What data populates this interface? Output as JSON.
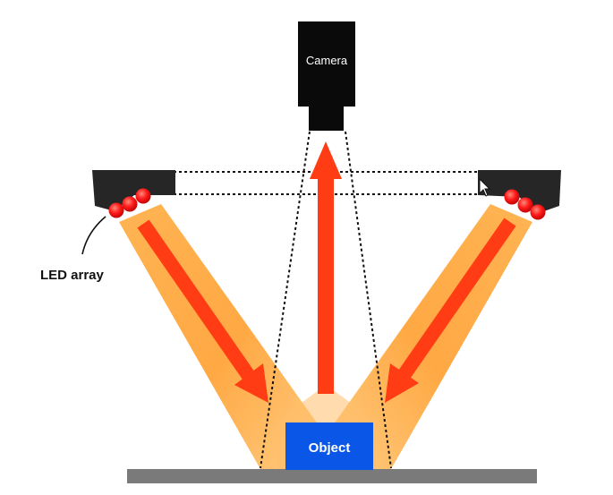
{
  "diagram": {
    "camera_label": "Camera",
    "object_label": "Object",
    "led_label": "LED array",
    "colors": {
      "camera_body": "#0a0a0a",
      "housing": "#262626",
      "led": "#ff1a1a",
      "light_beam": "#ffa43a",
      "light_beam_edge": "#ffcf86",
      "arrow": "#ff3c14",
      "object_fill": "#0a56e6",
      "object_text": "#ffffff",
      "base": "#7a7a7a",
      "dotted_line": "#111111"
    }
  }
}
